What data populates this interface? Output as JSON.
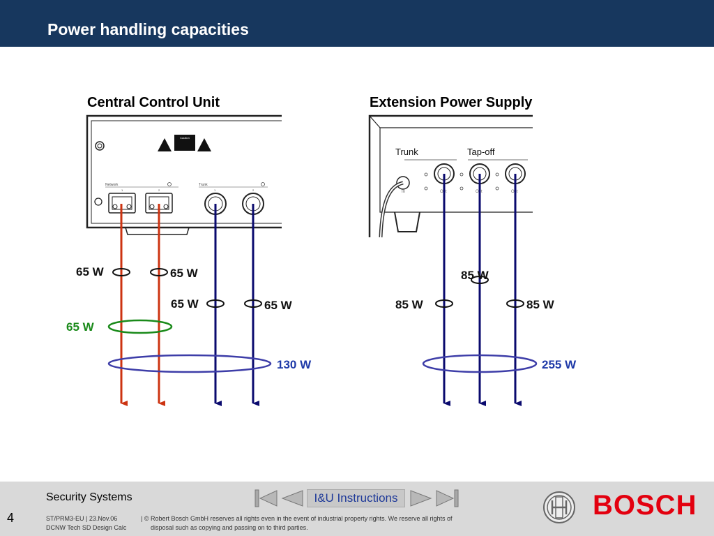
{
  "header": {
    "title": "Power handling capacities"
  },
  "ccu": {
    "title": "Central Control Unit",
    "network_label": "Network",
    "trunk_label": "Trunk",
    "port1": "1",
    "port2": "2",
    "caution_text": "Caution"
  },
  "eps": {
    "title": "Extension Power Supply",
    "trunk_label": "Trunk",
    "tapoff_label": "Tap-off",
    "in_label": "In",
    "out1_label": "Out",
    "out2_label": "Out",
    "out3_label": "Out"
  },
  "labels": {
    "net1": "65 W",
    "net2": "65 W",
    "trunk1": "65 W",
    "trunk2": "65 W",
    "network_total": "65 W",
    "ccu_total": "130 W",
    "eps_mid": "85  W",
    "eps_left": "85 W",
    "eps_right": "85 W",
    "eps_total": "255 W"
  },
  "colors": {
    "header_bg": "#17375e",
    "network_wire": "#cc3311",
    "trunk_wire": "#0a0a6e",
    "green_loop": "#1a8a1a",
    "blue_loop": "#3d3da8",
    "total_text": "#1f3aa8",
    "network_total_text": "#1a8a1a",
    "bosch_red": "#e3000f"
  },
  "footer": {
    "company": "Security Systems",
    "nav_label": "I&U Instructions",
    "page": "4",
    "meta_line1": "ST/PRM3-EU  |  23.Nov.06",
    "meta_line2": "DCNW Tech SD Design Calc",
    "copyright1": "| © Robert Bosch GmbH reserves all rights even in the event of industrial property rights. We reserve all rights of",
    "copyright2": "disposal such as copying and passing on to third parties.",
    "brand": "BOSCH"
  }
}
